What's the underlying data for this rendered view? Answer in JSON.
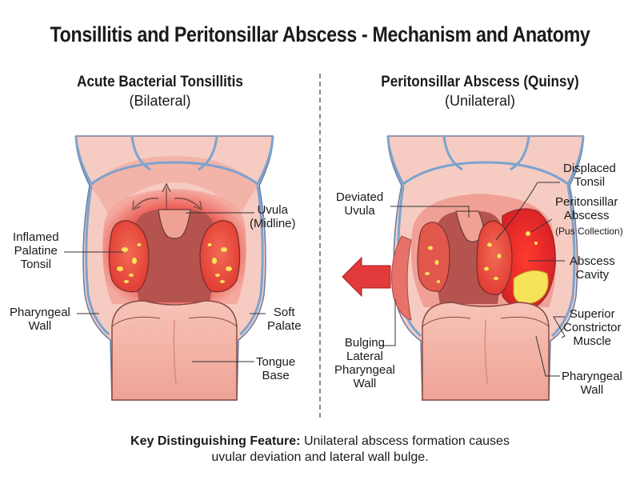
{
  "title": "Tonsillitis and Peritonsillar Abscess - Mechanism and Anatomy",
  "left_panel": {
    "heading": "Acute Bacterial Tonsillitis",
    "subheading": "(Bilateral)",
    "labels": {
      "uvula": "Uvula\n(Midline)",
      "inflamed_tonsil": "Inflamed\nPalatine\nTonsil",
      "pharyngeal_wall": "Pharyngeal\nWall",
      "soft_palate": "Soft\nPalate",
      "tongue_base": "Tongue\nBase"
    }
  },
  "right_panel": {
    "heading": "Peritonsillar Abscess (Quinsy)",
    "subheading": "(Unilateral)",
    "labels": {
      "deviated_uvula": "Deviated\nUvula",
      "displaced_tonsil": "Displaced\nTonsil",
      "peritonsillar_abscess": "Peritonsillar\nAbscess",
      "pus_collection": "(Pus Collection)",
      "abscess_cavity": "Abscess\nCavity",
      "superior_constrictor": "Superior\nConstrictor\nMuscle",
      "bulging_wall": "Bulging\nLateral\nPharyngeal\nWall",
      "pharyngeal_wall": "Pharyngeal\nWall"
    }
  },
  "footer": {
    "bold": "Key Distinguishing Feature:",
    "text": " Unilateral abscess formation causes\nuvular deviation and lateral wall bulge."
  },
  "colors": {
    "inflammation": "#e8252d",
    "pus": "#f7e35a",
    "mucosa": "#f2b6ad",
    "muscle_border": "#7aa3cf",
    "arrow": "#e23a3a"
  }
}
